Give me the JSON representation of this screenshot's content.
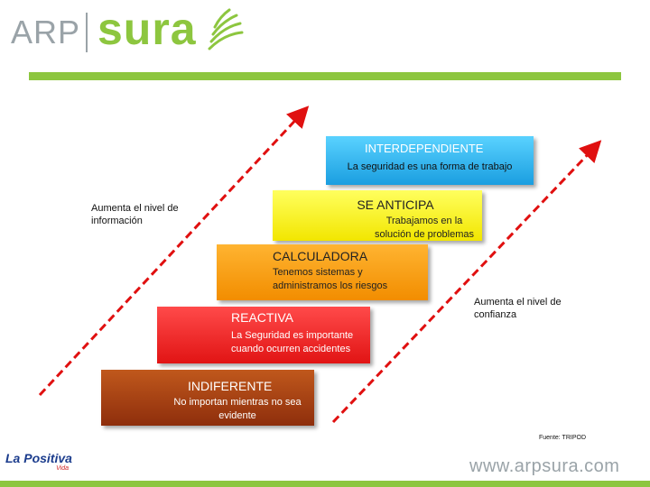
{
  "header": {
    "logo_arp": "ARP",
    "logo_sura": "sura",
    "brand_color": "#8dc63f"
  },
  "notes": {
    "left": "Aumenta el nivel de información",
    "right": "Aumenta el nivel de confianza"
  },
  "levels": [
    {
      "title": "INTERDEPENDIENTE",
      "subtitle": "La seguridad es una forma de trabajo",
      "color": "#1a9ee0"
    },
    {
      "title": "SE ANTICIPA",
      "subtitle": "Trabajamos en la solución de problemas",
      "color": "#f2e600"
    },
    {
      "title": "CALCULADORA",
      "subtitle": "Tenemos sistemas y administramos los riesgos",
      "color": "#f28d00"
    },
    {
      "title": "REACTIVA",
      "subtitle": "La Seguridad es importante cuando ocurren accidentes",
      "color": "#e11414"
    },
    {
      "title": "INDIFERENTE",
      "subtitle": "No importan mientras no sea evidente",
      "color": "#8e2e0c"
    }
  ],
  "footer": {
    "source": "Fuente:  TRIPOD",
    "partner_name": "La Positiva",
    "partner_sub": "Vida",
    "website": "www.arpsura.com"
  },
  "arrow_color": "#e01010"
}
